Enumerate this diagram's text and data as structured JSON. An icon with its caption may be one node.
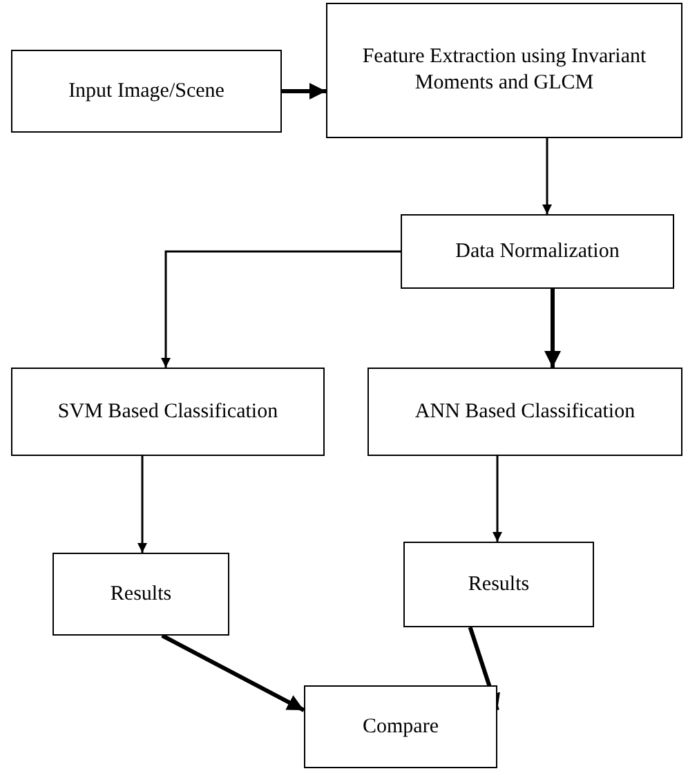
{
  "diagram": {
    "nodes": [
      {
        "text": [
          "Input Image/Scene"
        ]
      },
      {
        "text": [
          "Feature Extraction using Invariant Moments and GLCM"
        ]
      },
      {
        "text": [
          "Data Normalization"
        ]
      },
      {
        "text": [
          "SVM Based Classification"
        ]
      },
      {
        "text": [
          "ANN Based Classification"
        ]
      },
      {
        "text": [
          "Results"
        ]
      },
      {
        "text": [
          "Results"
        ]
      },
      {
        "text": [
          "Compare"
        ]
      }
    ],
    "edges": [
      {
        "from": 0,
        "to": 1,
        "arrow": "to",
        "style": "thick"
      },
      {
        "from": 1,
        "to": 2,
        "arrow": "to"
      },
      {
        "from": 2,
        "to": 3,
        "arrow": "to"
      },
      {
        "from": 2,
        "to": 4,
        "arrow": "to",
        "style": "thick"
      },
      {
        "from": 3,
        "to": 5,
        "arrow": "to"
      },
      {
        "from": 4,
        "to": 6,
        "arrow": "to"
      },
      {
        "from": 5,
        "to": 7,
        "arrow": "to",
        "style": "thick"
      },
      {
        "from": 6,
        "to": 7,
        "arrow": "to",
        "style": "thick"
      }
    ]
  }
}
